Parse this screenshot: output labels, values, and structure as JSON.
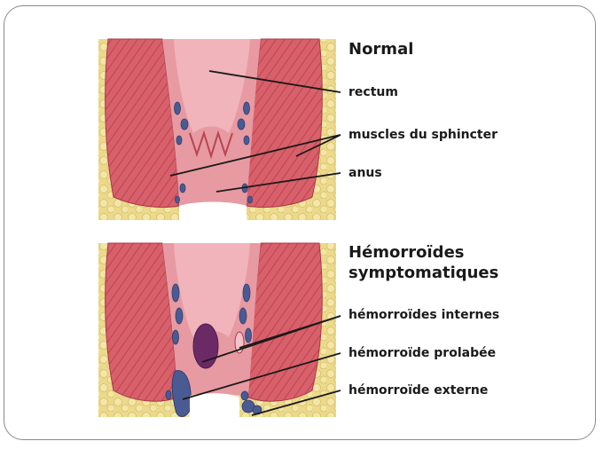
{
  "figure": {
    "top_panel": {
      "heading": "Normal",
      "labels": {
        "rectum": "rectum",
        "muscles": "muscles du sphincter",
        "anus": "anus"
      }
    },
    "bottom_panel": {
      "heading_line1": "Hémorroïdes",
      "heading_line2": "symptomatiques",
      "labels": {
        "internal": "hémorroïdes internes",
        "prolapsed": "hémorroïde prolabée",
        "external": "hémorroïde externe"
      }
    },
    "colors": {
      "fat": "#ecd98a",
      "muscle": "#d8606a",
      "mucosa": "#e79aa2",
      "vein": "#4a5b93",
      "hemorrhoid": "#6b2a66",
      "leader_line": "#1a1a1a",
      "card_border": "#8a8a8a"
    }
  }
}
